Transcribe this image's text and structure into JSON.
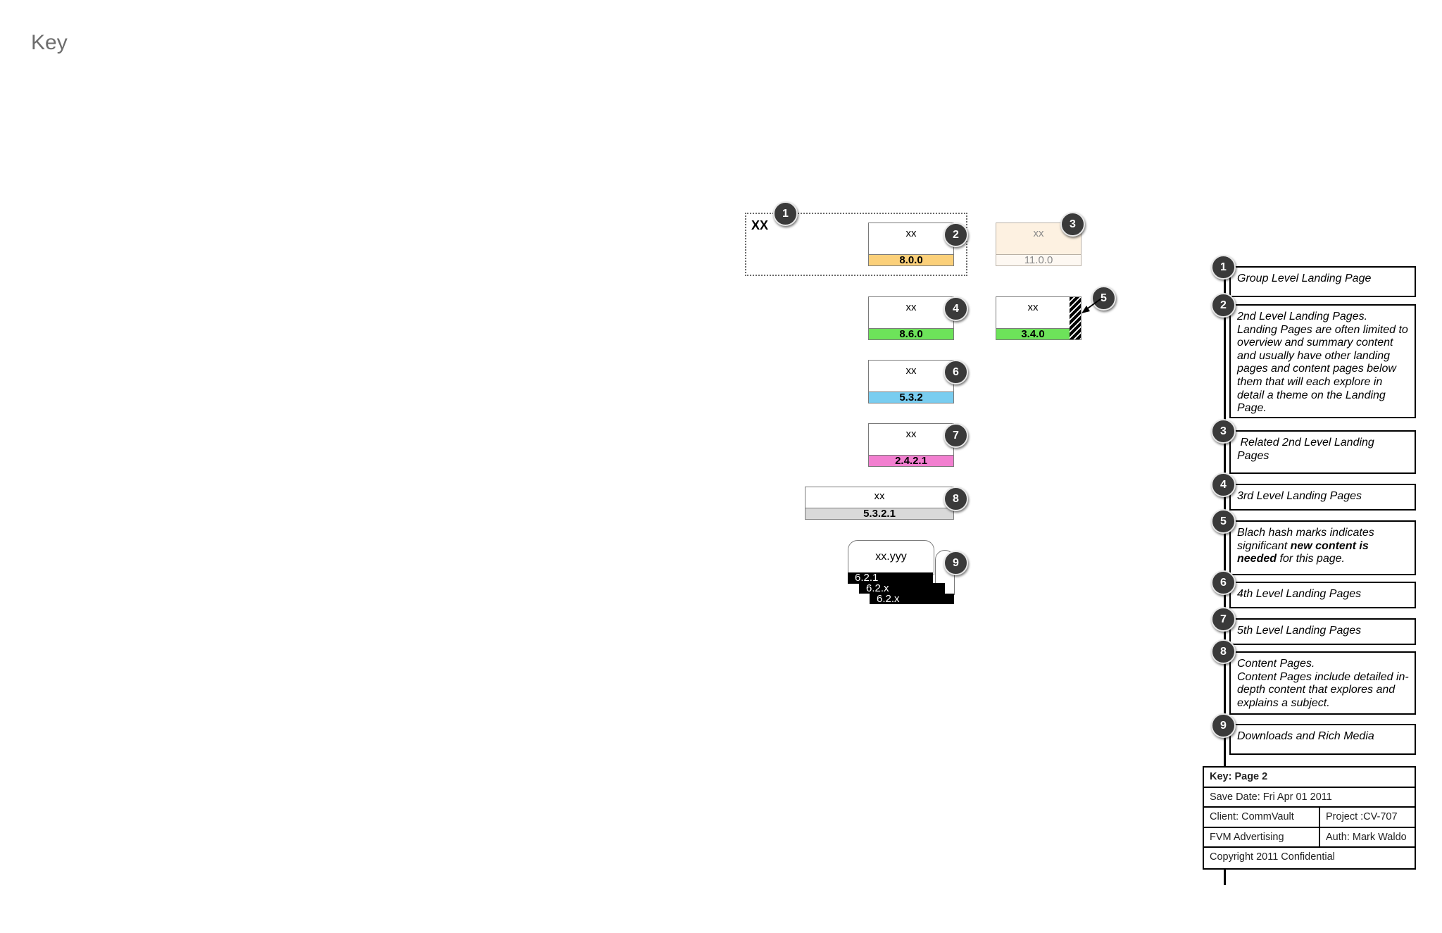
{
  "page": {
    "title": "Key"
  },
  "diagram": {
    "group": {
      "label": "XX"
    },
    "nodes": [
      {
        "id": "n2",
        "label": "xx",
        "code": "8.0.0",
        "bar_color": "#fbd07a"
      },
      {
        "id": "n3",
        "label": "xx",
        "code": "11.0.0",
        "bar_color": "#fdf3e6",
        "tint": "#fdf1e1"
      },
      {
        "id": "n4",
        "label": "xx",
        "code": "8.6.0",
        "bar_color": "#6de35a"
      },
      {
        "id": "n5",
        "label": "xx",
        "code": "3.4.0",
        "bar_color": "#6de35a"
      },
      {
        "id": "n6",
        "label": "xx",
        "code": "5.3.2",
        "bar_color": "#79cdf0"
      },
      {
        "id": "n7",
        "label": "xx",
        "code": "2.4.2.1",
        "bar_color": "#f27fd0"
      },
      {
        "id": "n8",
        "label": "xx",
        "code": "5.3.2.1",
        "bar_color": "#d9d9d9"
      }
    ],
    "media": {
      "label": "xx.yyy",
      "codes": [
        "6.2.1",
        "6.2.x",
        "6.2.x"
      ]
    },
    "badges": [
      "1",
      "2",
      "3",
      "4",
      "5",
      "6",
      "7",
      "8",
      "9"
    ]
  },
  "legend": {
    "items": [
      {
        "num": "1",
        "html": "Group Level Landing Page"
      },
      {
        "num": "2",
        "html": "2nd Level Landing Pages.<br>Landing Pages are often limited to overview and summary content and usually have other landing pages and content pages below them that will each explore in detail a theme on the Landing Page."
      },
      {
        "num": "3",
        "html": "&nbsp;Related 2nd Level Landing Pages"
      },
      {
        "num": "4",
        "html": "3rd Level Landing Pages"
      },
      {
        "num": "5",
        "html": "Blach hash marks indicates significant <b>new content is needed</b> for this page."
      },
      {
        "num": "6",
        "html": "4th Level Landing Pages"
      },
      {
        "num": "7",
        "html": "5th Level Landing Pages"
      },
      {
        "num": "8",
        "html": "Content Pages.<br>Content Pages include detailed in-depth content that explores and explains a subject."
      },
      {
        "num": "9",
        "html": "Downloads and Rich Media"
      }
    ]
  },
  "info": {
    "title": "Key: Page 2",
    "save_date": "Save Date: Fri Apr 01 2011",
    "client": "Client: CommVault",
    "project": "Project :CV-707",
    "agency": "FVM Advertising",
    "author": "Auth: Mark Waldo",
    "copyright": "Copyright 2011 Confidential"
  }
}
